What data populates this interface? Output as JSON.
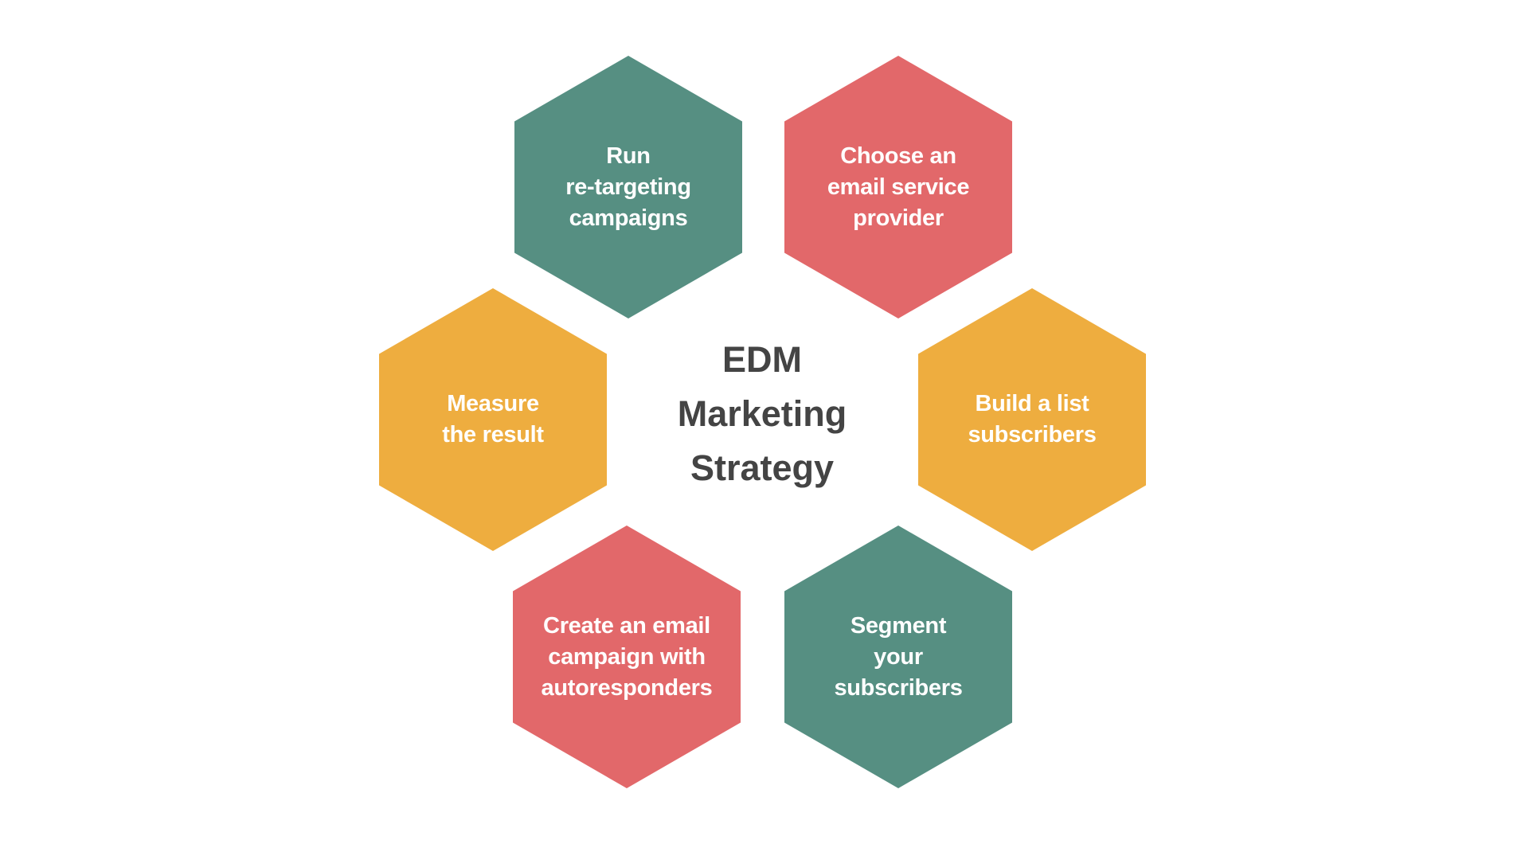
{
  "title": "EDM\nMarketing\nStrategy",
  "colors": {
    "teal": "#568F82",
    "red": "#E2686A",
    "orange": "#EEAD3F",
    "title_text": "#444444",
    "label_text": "#FFFFFF"
  },
  "steps": [
    {
      "label": "Run\nre-targeting\ncampaigns",
      "color": "#568F82"
    },
    {
      "label": "Choose an\nemail service\nprovider",
      "color": "#E2686A"
    },
    {
      "label": "Measure\nthe result",
      "color": "#EEAD3F"
    },
    {
      "label": "Build a list\nsubscribers",
      "color": "#EEAD3F"
    },
    {
      "label": "Create an email\ncampaign with\nautoresponders",
      "color": "#E2686A"
    },
    {
      "label": "Segment\nyour\nsubscribers",
      "color": "#568F82"
    }
  ]
}
